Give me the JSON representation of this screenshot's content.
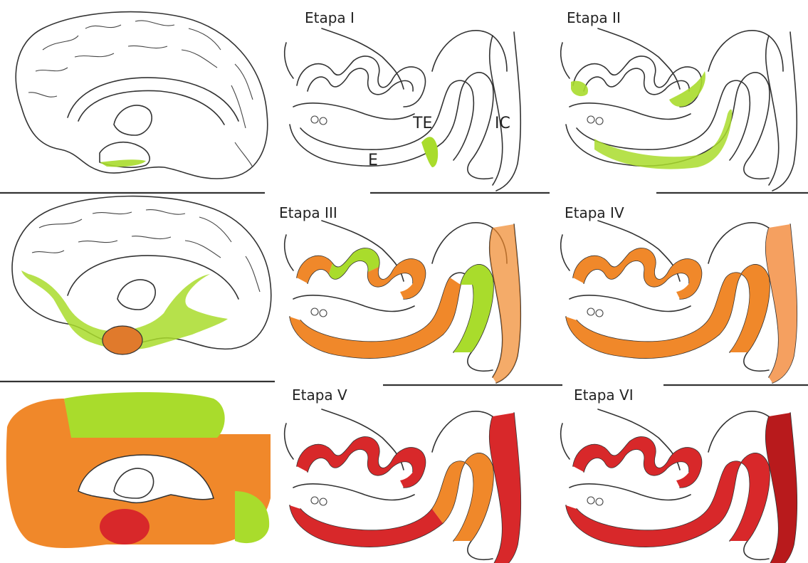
{
  "stages": [
    {
      "id": "I",
      "label": "Etapa I"
    },
    {
      "id": "II",
      "label": "Etapa II"
    },
    {
      "id": "III",
      "label": "Etapa III"
    },
    {
      "id": "IV",
      "label": "Etapa IV"
    },
    {
      "id": "V",
      "label": "Etapa V"
    },
    {
      "id": "VI",
      "label": "Etapa VI"
    }
  ],
  "region_labels": {
    "te": "TE",
    "e": "E",
    "ic": "IC"
  },
  "colors": {
    "green": "#a9dc2c",
    "orange": "#f0882a",
    "red": "#d8282a",
    "dark_red": "#b81a1c",
    "outline": "#333333"
  }
}
